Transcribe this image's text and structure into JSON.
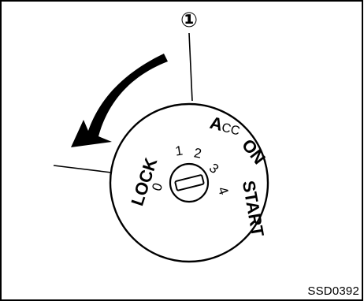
{
  "callout": {
    "number": "①"
  },
  "switch": {
    "lock": "LOCK",
    "acc_a": "A",
    "acc_cc": "CC",
    "on": "ON",
    "start": "START",
    "positions": [
      "0",
      "1",
      "2",
      "3",
      "4"
    ]
  },
  "figure_code": "SSD0392"
}
